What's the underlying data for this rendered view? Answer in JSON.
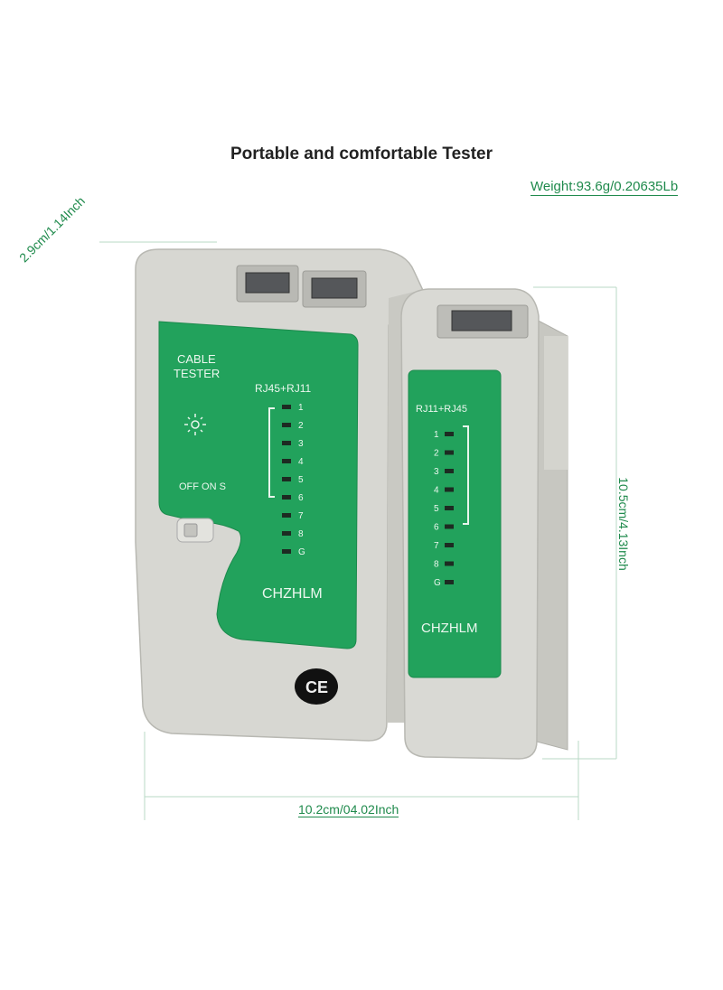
{
  "header": {
    "title": "Portable and comfortable Tester",
    "weight": "Weight:93.6g/0.20635Lb"
  },
  "dimensions": {
    "depth": "2.9cm/1.14Inch",
    "height": "10.5cm/4.13Inch",
    "width": "10.2cm/04.02Inch"
  },
  "main_unit": {
    "label_line1": "CABLE",
    "label_line2": "TESTER",
    "port_label": "RJ45+RJ11",
    "switch_label": "OFF ON S",
    "brand": "CHZHLM",
    "leds": [
      "1",
      "2",
      "3",
      "4",
      "5",
      "6",
      "7",
      "8",
      "G"
    ]
  },
  "remote_unit": {
    "port_label": "RJ11+RJ45",
    "brand": "CHZHLM",
    "leds": [
      "1",
      "2",
      "3",
      "4",
      "5",
      "6",
      "7",
      "8",
      "G"
    ]
  },
  "colors": {
    "green_panel": "#22a25c",
    "body_gray": "#dcdcd6",
    "accent_text": "#1f8a4c"
  }
}
